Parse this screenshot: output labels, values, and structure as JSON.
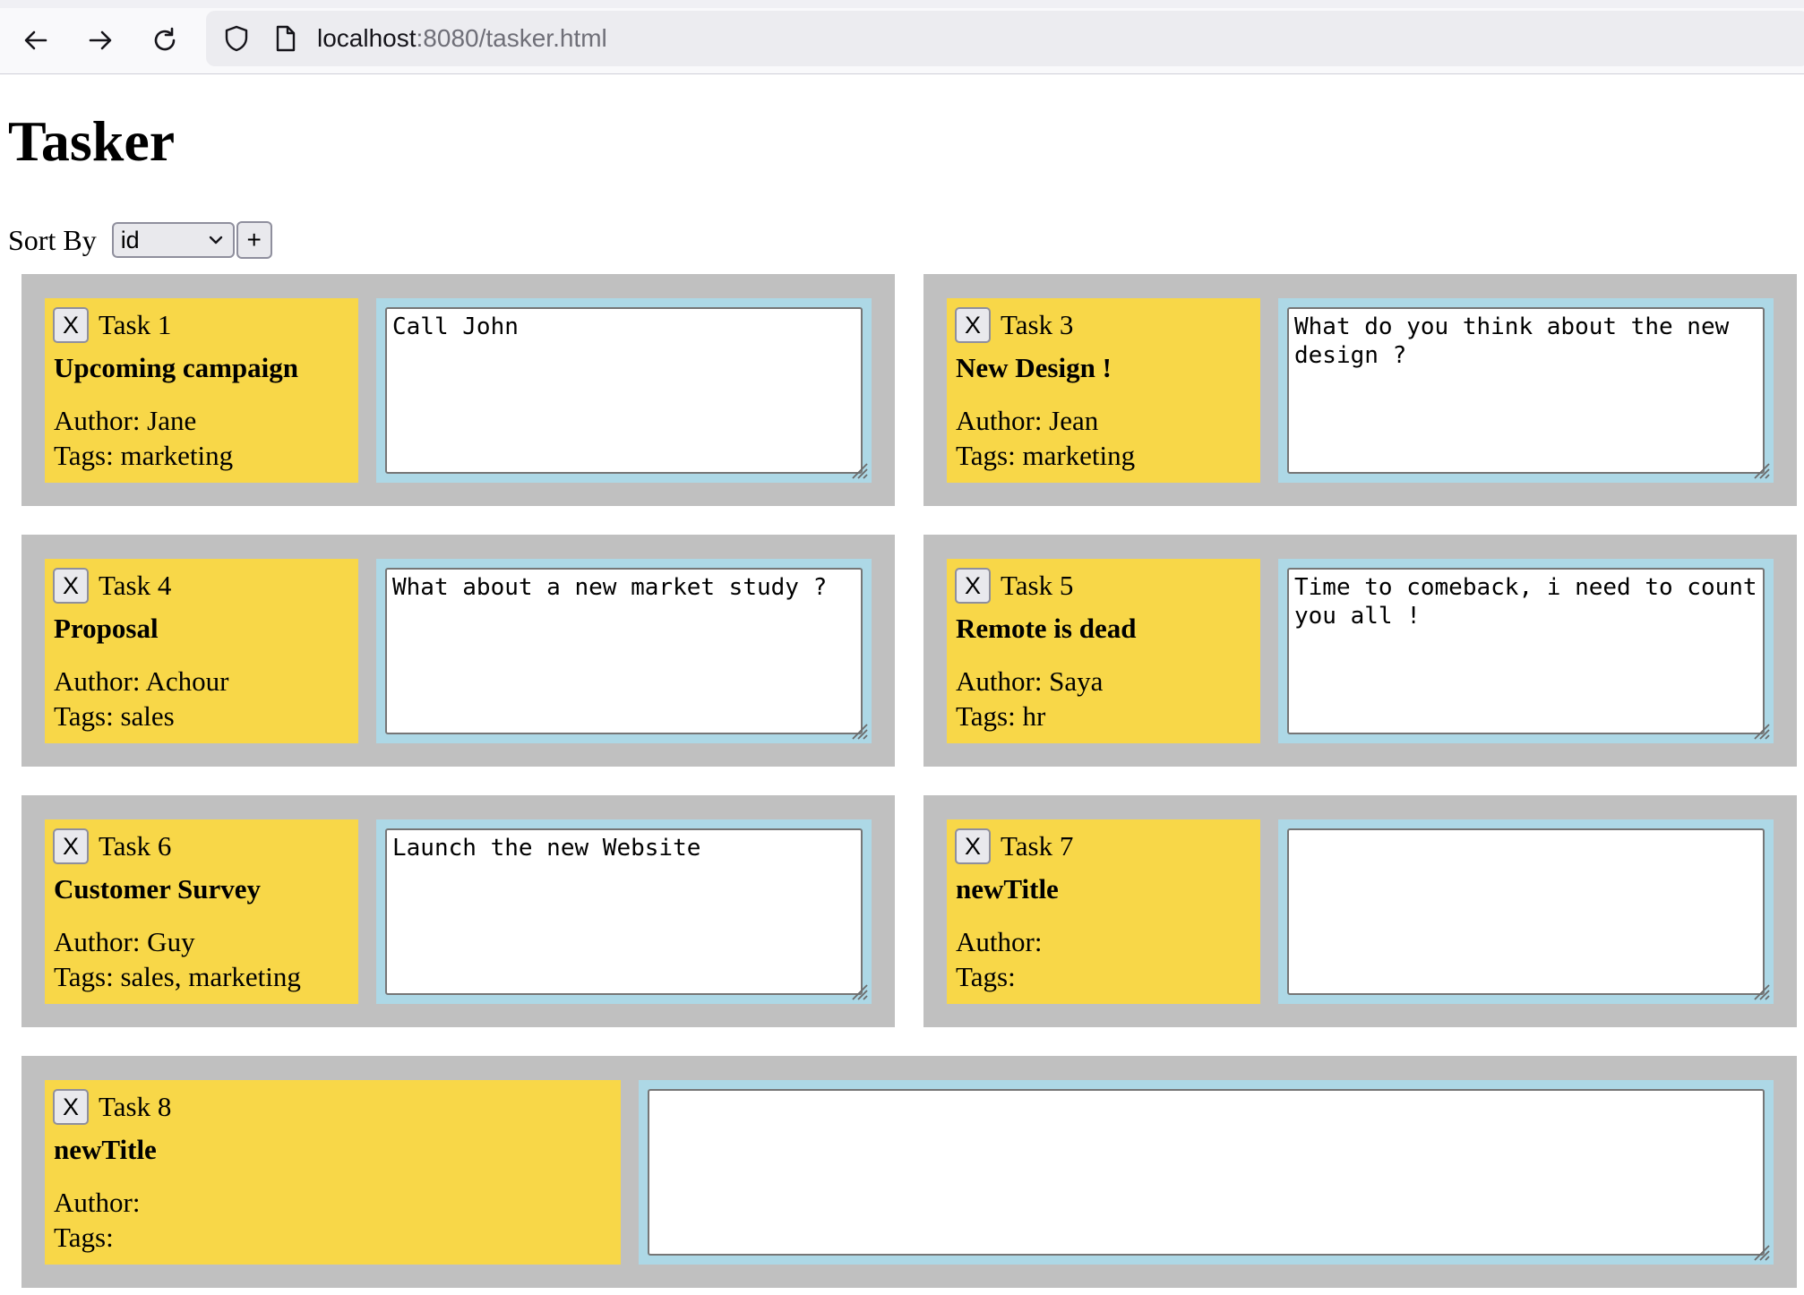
{
  "browser": {
    "url_host": "localhost",
    "url_rest": ":8080/tasker.html",
    "icons": [
      "back-arrow-icon",
      "forward-arrow-icon",
      "reload-icon",
      "shield-icon",
      "page-icon"
    ]
  },
  "page": {
    "title": "Tasker",
    "sort_label": "Sort By",
    "sort_value": "id",
    "add_label": "+"
  },
  "tasks": [
    {
      "close": "X",
      "label": "Task 1",
      "title": "Upcoming campaign",
      "author": "Author: Jane",
      "tags": "Tags: marketing",
      "note": "Call John"
    },
    {
      "close": "X",
      "label": "Task 3",
      "title": "New Design !",
      "author": "Author: Jean",
      "tags": "Tags: marketing",
      "note": "What do you think about the new design ?"
    },
    {
      "close": "X",
      "label": "Task 4",
      "title": "Proposal",
      "author": "Author: Achour",
      "tags": "Tags: sales",
      "note": "What about a new market study ?"
    },
    {
      "close": "X",
      "label": "Task 5",
      "title": "Remote is dead",
      "author": "Author: Saya",
      "tags": "Tags: hr",
      "note": "Time to comeback, i need to count you all !"
    },
    {
      "close": "X",
      "label": "Task 6",
      "title": "Customer Survey",
      "author": "Author: Guy",
      "tags": "Tags: sales, marketing",
      "note": "Launch the new Website"
    },
    {
      "close": "X",
      "label": "Task 7",
      "title": "newTitle",
      "author": "Author:",
      "tags": "Tags:",
      "note": ""
    },
    {
      "close": "X",
      "label": "Task 8",
      "title": "newTitle",
      "author": "Author:",
      "tags": "Tags:",
      "note": ""
    }
  ],
  "colors": {
    "card_bg": "#c0c0c0",
    "info_bg": "#f8d748",
    "note_frame": "#add8e6"
  }
}
